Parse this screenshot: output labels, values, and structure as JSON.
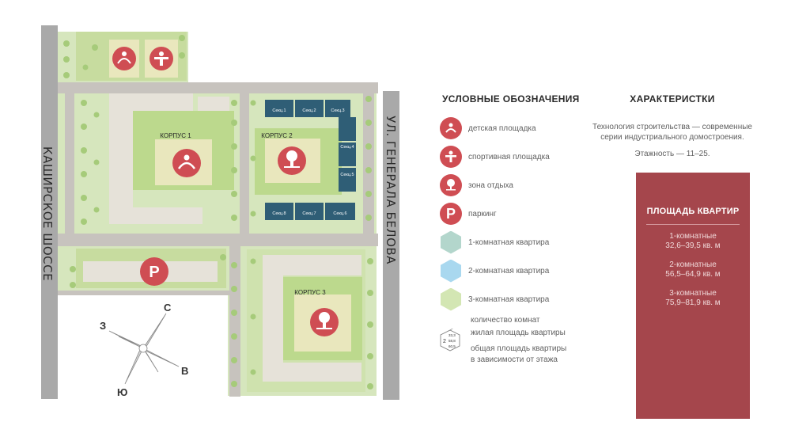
{
  "map": {
    "streets": {
      "left": "КАШИРСКОЕ ШОССЕ",
      "right": "УЛ. ГЕНЕРАЛА БЕЛОВА"
    },
    "buildings": {
      "k1": "КОРПУС 1",
      "k2": "КОРПУС 2",
      "k3": "КОРПУС 3"
    },
    "sections": [
      "Секц.1",
      "Секц.2",
      "Секц.3",
      "Секц.4",
      "Секц.5",
      "Секц.6",
      "Секц.7",
      "Секц.8"
    ],
    "compass": {
      "n": "С",
      "w": "З",
      "e": "В",
      "s": "Ю"
    },
    "icons": {
      "playground": "playground-icon",
      "sport": "sport-icon",
      "rest": "rest-zone-icon",
      "parking": "P"
    },
    "colors": {
      "green": "#c9dfa6",
      "grass": "#dde9c6",
      "road": "#c5c1bc",
      "building": "#e6e2d9",
      "section": "#2f5e76",
      "accent": "#cf4d53",
      "street": "#a9a9a9"
    }
  },
  "legend": {
    "title": "УСЛОВНЫЕ ОБОЗНАЧЕНИЯ",
    "items": [
      {
        "label": "детская площадка",
        "icon": "playground-icon"
      },
      {
        "label": "спортивная площадка",
        "icon": "sport-icon"
      },
      {
        "label": "зона отдыха",
        "icon": "rest-zone-icon"
      },
      {
        "label": "паркинг",
        "icon": "parking-icon",
        "glyph": "P"
      },
      {
        "label": "1-комнатная квартира",
        "color": "#b3d6cc"
      },
      {
        "label": "2-комнатная квартира",
        "color": "#a9d8ef"
      },
      {
        "label": "3-комнатная квартира",
        "color": "#d3e6b3"
      }
    ],
    "explain": {
      "rooms": "количество комнат",
      "living": "жилая площадь квартиры",
      "total1": "общая площадь квартиры",
      "total2": "в зависимости от этажа",
      "sample": {
        "rooms": "2",
        "v1": "33,3",
        "v2": "58,8",
        "v3": "60,5"
      }
    }
  },
  "characteristics": {
    "title": "ХАРАКТЕРИСТКИ",
    "tech1": "Технология строительства — современные",
    "tech2": "серии индустриального домостроения.",
    "floors": "Этажность — 11–25."
  },
  "areas": {
    "title": "ПЛОЩАДЬ КВАРТИР",
    "color": "#a5464c",
    "items": [
      {
        "name": "1-комнатные",
        "value": "32,6–39,5 кв. м"
      },
      {
        "name": "2-комнатные",
        "value": "56,5–64,9 кв. м"
      },
      {
        "name": "3-комнатные",
        "value": "75,9–81,9 кв. м"
      }
    ]
  }
}
